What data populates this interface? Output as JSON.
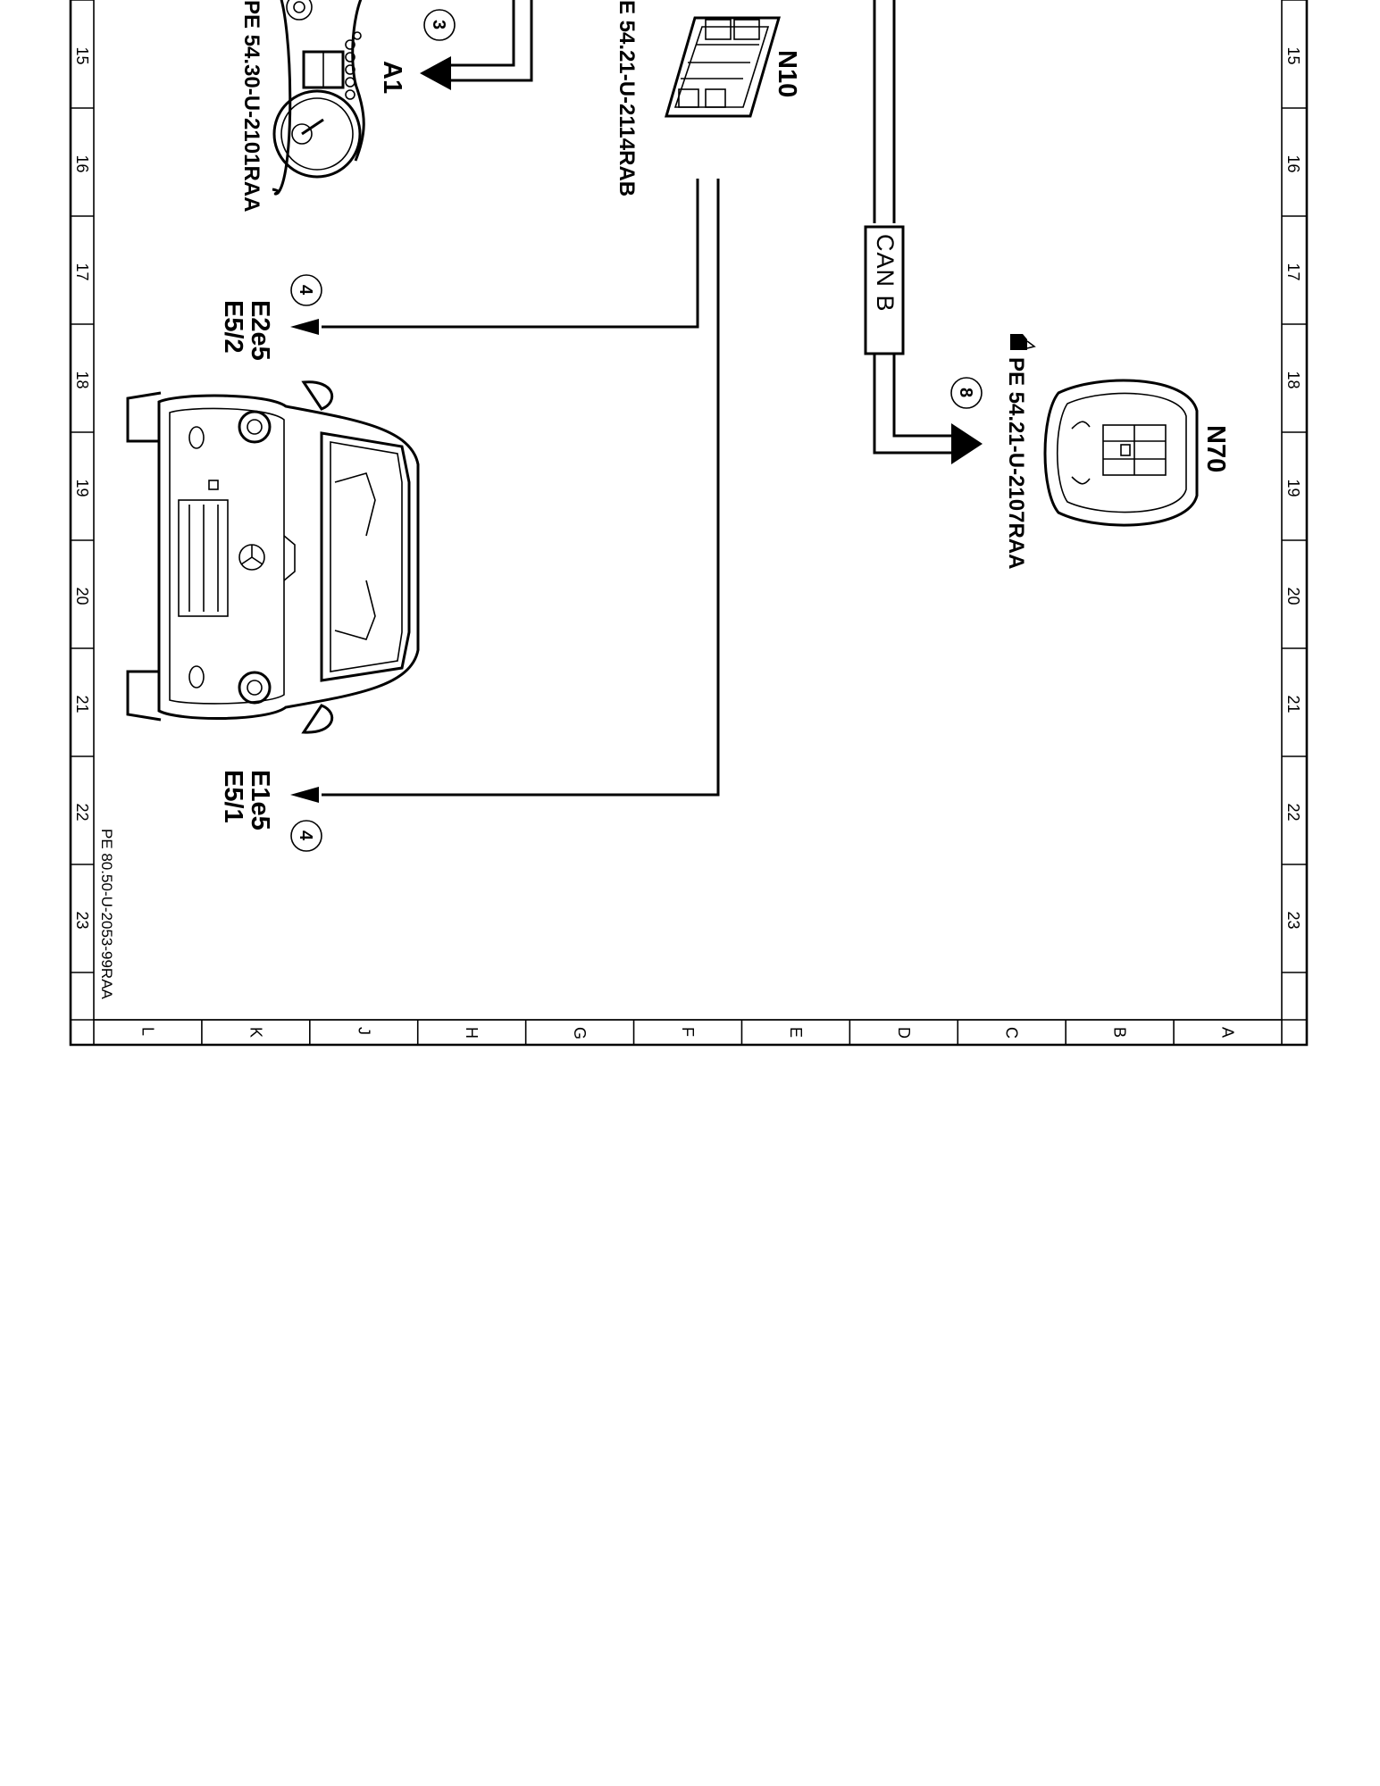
{
  "frame": {
    "row_ticks": [
      "15",
      "16",
      "17",
      "18",
      "19",
      "20",
      "21",
      "22",
      "23"
    ],
    "col_ticks": [
      "L",
      "K",
      "J",
      "H",
      "G",
      "F",
      "E",
      "D",
      "C",
      "B",
      "A"
    ],
    "footer_ref": "PE 80.50-U-2053-99RAA"
  },
  "components": {
    "a1": {
      "label": "A1",
      "ref": "PE 54.30-U-2101RAA",
      "callout": "3"
    },
    "n10": {
      "label": "N10",
      "ref": "E 54.21-U-2114RAB"
    },
    "e2e5": {
      "label1": "E2e5",
      "label2": "E5/2",
      "callout": "4"
    },
    "e1e5": {
      "label1": "E1e5",
      "label2": "E5/1",
      "callout": "4"
    },
    "n70": {
      "label": "N70",
      "ref": "PE 54.21-U-2107RAA",
      "callout": "8",
      "ref_icon": "pointing-hand-icon"
    }
  },
  "bus": {
    "label": "CAN B"
  }
}
